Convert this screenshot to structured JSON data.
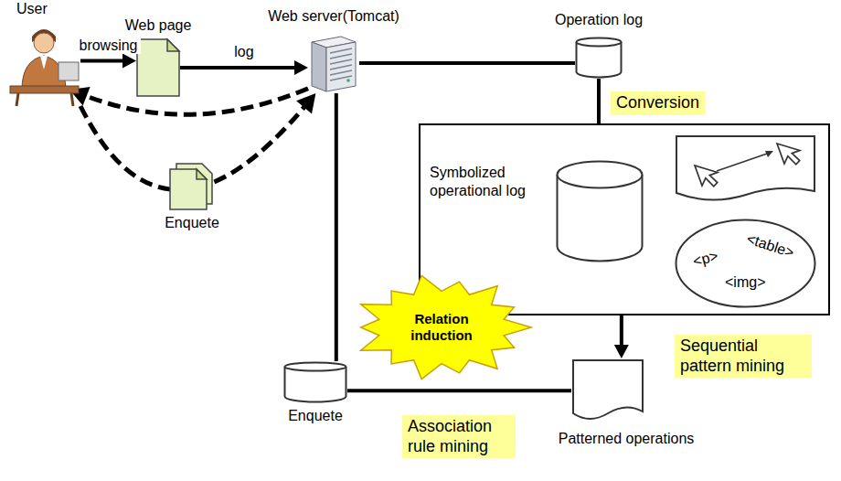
{
  "diagram": {
    "nodes": [
      {
        "text": [
          "User"
        ]
      },
      {
        "text": [
          "Web page"
        ]
      },
      {
        "text": [
          "Web server(Tomcat)"
        ]
      },
      {
        "text": [
          "Operation log"
        ]
      },
      {
        "text": [
          "Symbolized operational log"
        ]
      },
      {
        "text": [
          "<p>",
          "<table>",
          "<img>"
        ],
        "in": 4
      },
      {
        "text": [
          "Enquete"
        ]
      },
      {
        "text": [
          "Enquete"
        ]
      },
      {
        "text": [
          "Relation induction"
        ]
      },
      {
        "text": [
          "Patterned operations"
        ]
      }
    ],
    "edges": [
      {
        "from": 0,
        "to": 1,
        "label": "browsing",
        "arrow": "to"
      },
      {
        "from": 1,
        "to": 2,
        "label": "log",
        "arrow": "to"
      },
      {
        "from": 2,
        "to": 0,
        "arrow": "to"
      },
      {
        "from": 0,
        "to": 2,
        "arrow": "to"
      },
      {
        "from": 2,
        "to": 3,
        "arrow": "none"
      },
      {
        "from": 3,
        "to": 4,
        "arrow": "to"
      },
      {
        "from": 4,
        "to": 9,
        "arrow": "to"
      },
      {
        "from": 2,
        "to": 7,
        "arrow": "none"
      },
      {
        "from": 7,
        "to": 9,
        "arrow": "none"
      }
    ],
    "labels": [
      "Conversion",
      "Sequential pattern mining",
      "Association rule mining"
    ]
  }
}
